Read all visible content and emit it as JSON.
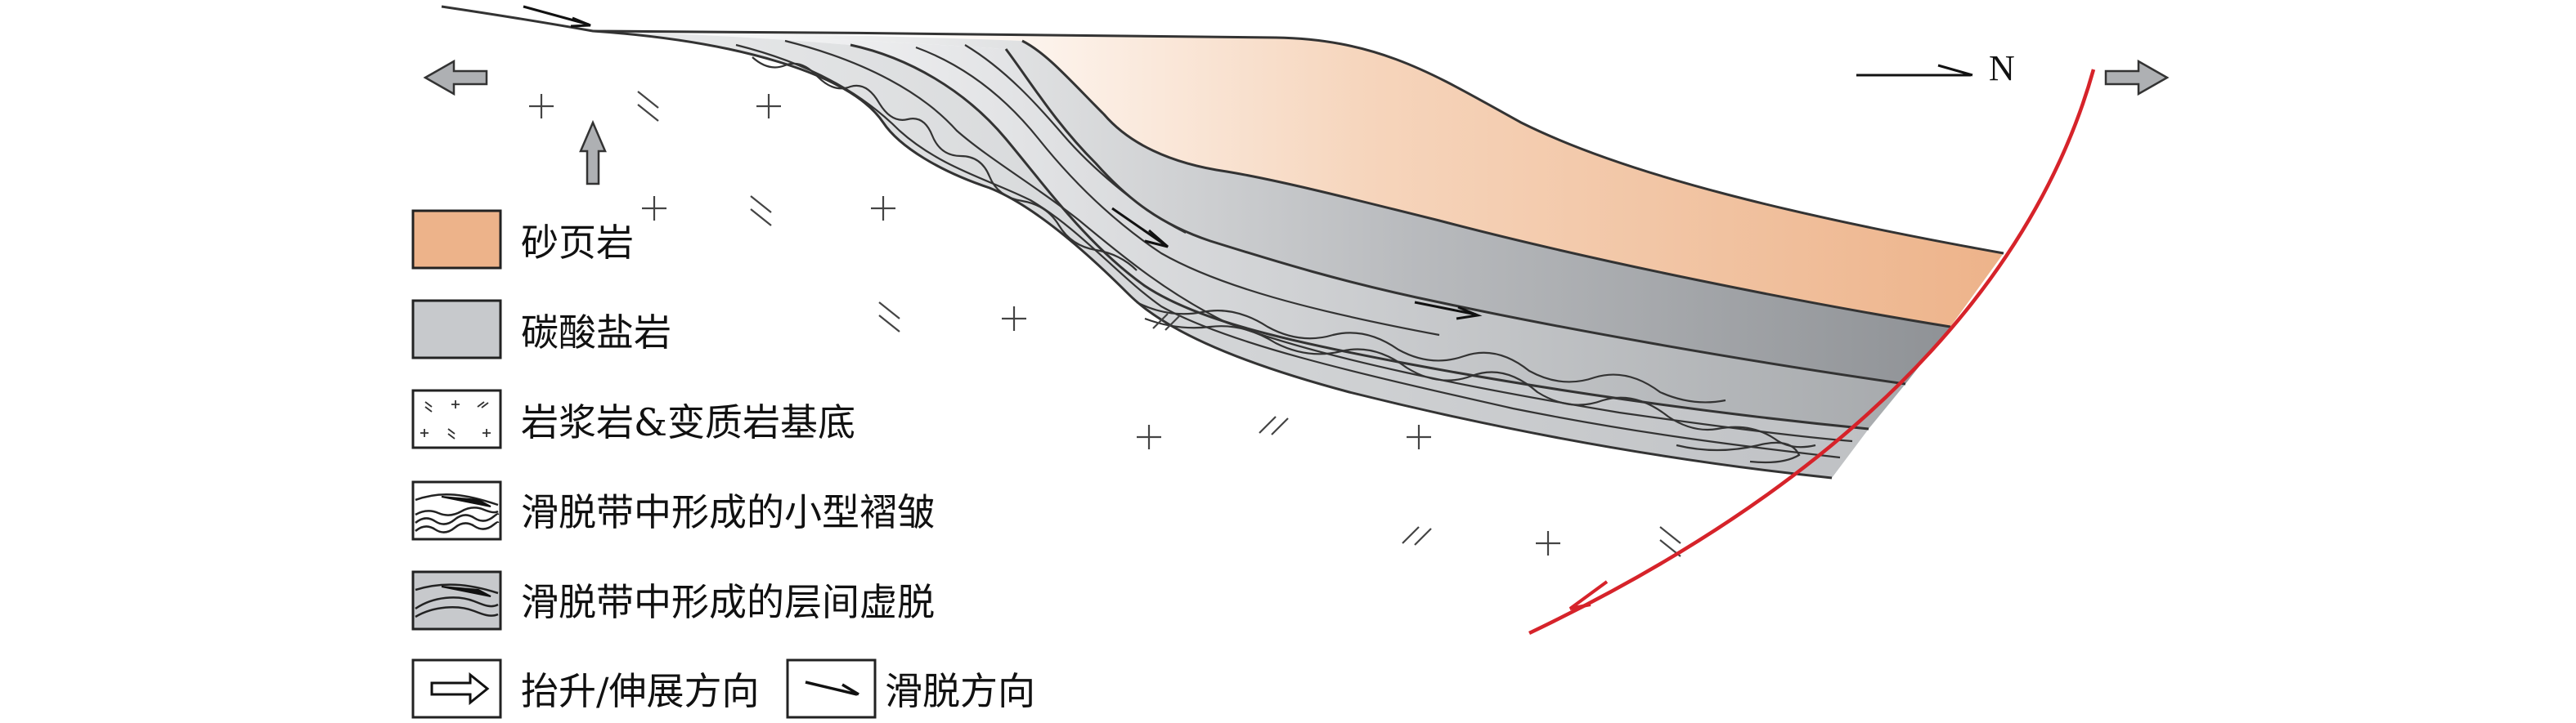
{
  "north_label": "N",
  "legend": {
    "items": [
      {
        "label": "砂页岩",
        "swatch": "sandstone-shale",
        "color": "#EDB38A"
      },
      {
        "label": "碳酸盐岩",
        "swatch": "carbonate",
        "color": "#C7C9CC"
      },
      {
        "label": "岩浆岩&变质岩基底",
        "swatch": "basement",
        "color": "#FFFFFF"
      },
      {
        "label": "滑脱带中形成的小型褶皱",
        "swatch": "small-folds",
        "color": "#FFFFFF"
      },
      {
        "label": "滑脱带中形成的层间虚脱",
        "swatch": "interlayer-detachment",
        "color": "#C7C9CC"
      }
    ],
    "uplift_extension_label": "抬升/伸展方向",
    "detachment_direction_label": "滑脱方向"
  },
  "colors": {
    "fault": "#D6232A",
    "arrow_fill": "#AEB0B3",
    "layer_outline": "#333333"
  }
}
